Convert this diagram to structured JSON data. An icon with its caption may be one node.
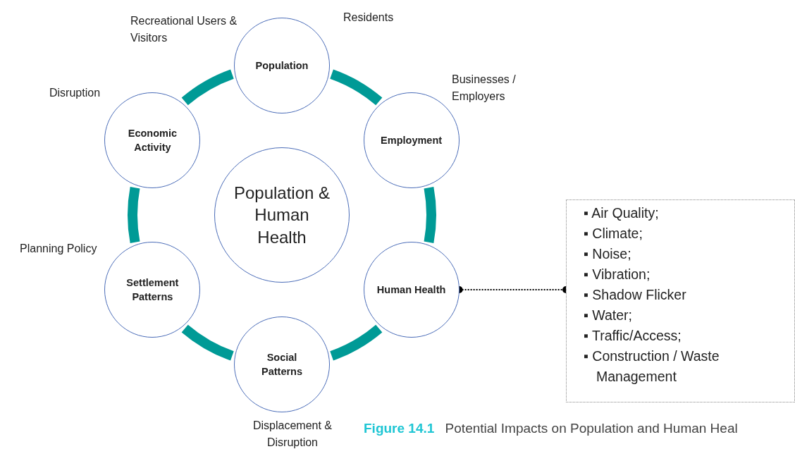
{
  "diagram": {
    "caption": "**Figure 14.1** Potential Impacts on Population and Human Heal",
    "nodes": [
      {
        "text": [
          "Population"
        ],
        "beside": [
          "Recreational Users & Visitors",
          "Residents"
        ]
      },
      {
        "text": [
          "Economic Activity"
        ],
        "beside": [
          "Disruption"
        ]
      },
      {
        "text": [
          "Employment"
        ],
        "beside": [
          "Businesses / Employers"
        ]
      },
      {
        "text": [
          "Population & Human Health"
        ]
      },
      {
        "text": [
          "Settlement Patterns"
        ],
        "beside": [
          "Planning Policy"
        ]
      },
      {
        "text": [
          "Human Health"
        ]
      },
      {
        "text": [
          "▪ Air Quality;",
          "▪ Climate;",
          "▪ Noise;",
          "▪ Vibration;",
          "▪ Shadow Flicker",
          "▪ Water;",
          "▪ Traffic/Access;",
          "▪ Construction / Waste Management"
        ]
      },
      {
        "text": [
          "Social Patterns"
        ],
        "beside": [
          "Displacement & Disruption"
        ]
      }
    ],
    "edges": [
      {
        "from": 0,
        "to": 2,
        "arrow": "none"
      },
      {
        "from": 2,
        "to": 5,
        "arrow": "none"
      },
      {
        "from": 5,
        "to": 7,
        "arrow": "none"
      },
      {
        "from": 7,
        "to": 4,
        "arrow": "none"
      },
      {
        "from": 4,
        "to": 1,
        "arrow": "none"
      },
      {
        "from": 1,
        "to": 0,
        "arrow": "none"
      },
      {
        "from": 5,
        "to": 6,
        "arrow": "other",
        "style": "dashed",
        "color": "#000000"
      }
    ]
  }
}
